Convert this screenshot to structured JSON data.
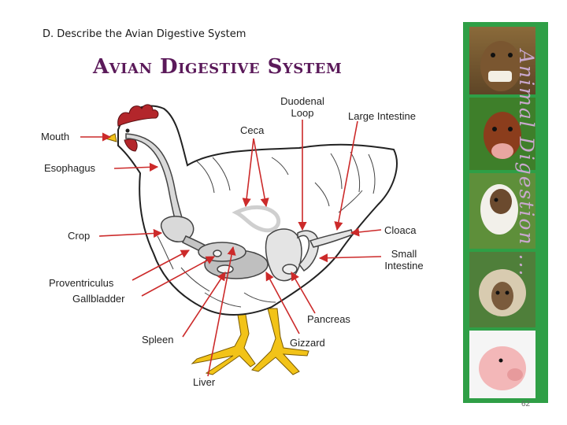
{
  "heading": "D.  Describe the Avian Digestive System",
  "title": "Avian Digestive System",
  "labels": {
    "mouth": "Mouth",
    "esophagus": "Esophagus",
    "crop": "Crop",
    "proventriculus": "Proventriculus",
    "gallbladder": "Gallbladder",
    "spleen": "Spleen",
    "liver": "Liver",
    "duodenal_loop_1": "Duodenal",
    "duodenal_loop_2": "Loop",
    "ceca": "Ceca",
    "large_intestine": "Large Intestine",
    "cloaca": "Cloaca",
    "small_intestine_1": "Small",
    "small_intestine_2": "Intestine",
    "pancreas": "Pancreas",
    "gizzard": "Gizzard"
  },
  "banner_text": "Animal Digestion ...",
  "page_number": "62",
  "colors": {
    "title": "#5b1a5a",
    "arrow": "#cc2a2a",
    "banner": "#2f9f46",
    "legs": "#f2c318",
    "comb": "#b3262b"
  }
}
